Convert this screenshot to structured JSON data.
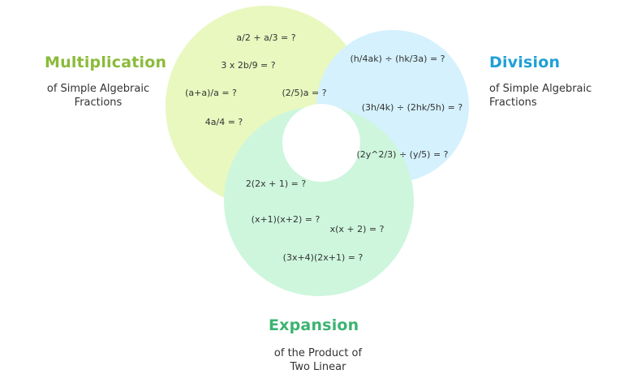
{
  "colors": {
    "multiplication": "#8bbb3a",
    "division": "#1fa0d6",
    "expansion": "#3cb371",
    "multiplication_fill": "#e8f8bf",
    "division_fill": "#d4f1fd",
    "expansion_fill": "#cdf6dd"
  },
  "groups": {
    "multiplication": {
      "title": "Multiplication",
      "desc_lines": [
        "of Simple Algebraic",
        "Fractions"
      ],
      "items": [
        "a/2 + a/3 = ?",
        "3 x 2b/9 = ?",
        "(a+a)/a = ?",
        "(2/5)a = ?",
        "4a/4 = ?"
      ]
    },
    "division": {
      "title": "Division",
      "desc_lines": [
        "of Simple Algebraic",
        "Fractions"
      ],
      "items": [
        "(h/4ak) ÷ (hk/3a) = ?",
        "(3h/4k) ÷ (2hk/5h) = ?",
        "(2y^2/3) ÷ (y/5) = ?"
      ]
    },
    "expansion": {
      "title": "Expansion",
      "desc_lines": [
        "of the Product of",
        "Two Linear"
      ],
      "items": [
        "2(2x + 1) = ?",
        "(x+1)(x+2) = ?",
        "x(x + 2) = ?",
        "(3x+4)(2x+1) = ?"
      ]
    }
  }
}
